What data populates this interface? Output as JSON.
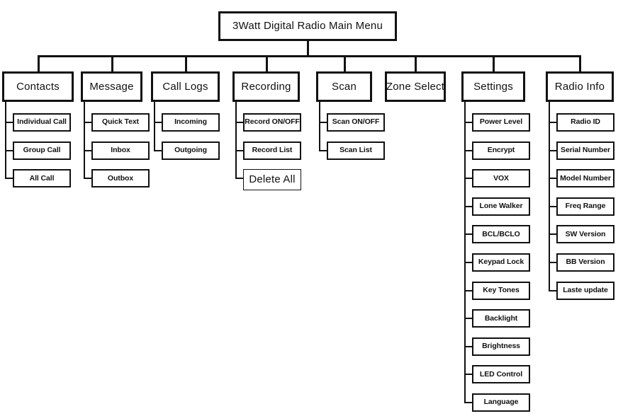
{
  "diagram": {
    "title": "3Watt Digital Radio Main Menu",
    "root": {
      "label": "3Watt Digital Radio Main Menu"
    },
    "colors": {
      "line": "#111111",
      "box_border": "#111111",
      "box_fill": "#ffffff",
      "background": "#ffffff",
      "text": "#111111"
    },
    "columns": [
      {
        "id": "contacts",
        "label": "Contacts",
        "children": [
          {
            "label": "Individual Call"
          },
          {
            "label": "Group Call"
          },
          {
            "label": "All Call"
          }
        ]
      },
      {
        "id": "message",
        "label": "Message",
        "children": [
          {
            "label": "Quick Text"
          },
          {
            "label": "Inbox"
          },
          {
            "label": "Outbox"
          }
        ]
      },
      {
        "id": "call-logs",
        "label": "Call Logs",
        "children": [
          {
            "label": "Incoming"
          },
          {
            "label": "Outgoing"
          }
        ]
      },
      {
        "id": "recording",
        "label": "Recording",
        "children": [
          {
            "label": "Record ON/OFF"
          },
          {
            "label": "Record List"
          },
          {
            "label": "Delete All",
            "style": "emphasis"
          }
        ]
      },
      {
        "id": "scan",
        "label": "Scan",
        "children": [
          {
            "label": "Scan ON/OFF"
          },
          {
            "label": "Scan List"
          }
        ]
      },
      {
        "id": "zone-select",
        "label": "Zone Select",
        "children": []
      },
      {
        "id": "settings",
        "label": "Settings",
        "children": [
          {
            "label": "Power Level"
          },
          {
            "label": "Encrypt"
          },
          {
            "label": "VOX"
          },
          {
            "label": "Lone Walker"
          },
          {
            "label": "BCL/BCLO"
          },
          {
            "label": "Keypad Lock"
          },
          {
            "label": "Key Tones"
          },
          {
            "label": "Backlight"
          },
          {
            "label": "Brightness"
          },
          {
            "label": "LED Control"
          },
          {
            "label": "Language"
          }
        ]
      },
      {
        "id": "radio-info",
        "label": "Radio Info",
        "children": [
          {
            "label": "Radio ID"
          },
          {
            "label": "Serial Number"
          },
          {
            "label": "Model Number"
          },
          {
            "label": "Freq Range"
          },
          {
            "label": "SW Version"
          },
          {
            "label": "BB Version"
          },
          {
            "label": "Laste update"
          }
        ]
      }
    ]
  }
}
